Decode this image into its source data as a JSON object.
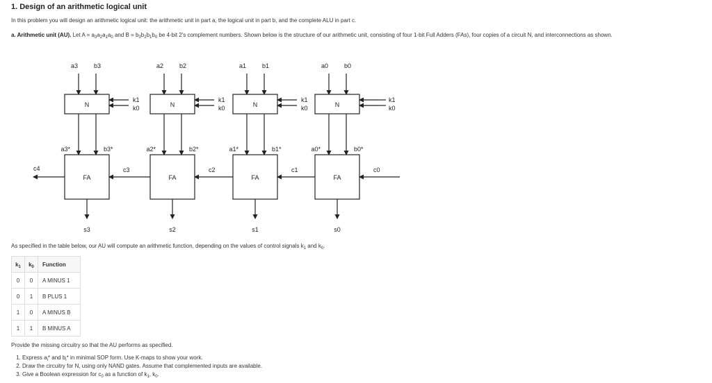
{
  "title": "1. Design of an arithmetic logical unit",
  "intro": "In this problem you will design an arithmetic logical unit: the arithmetic unit in part a, the logical unit in part b, and the complete ALU in part c.",
  "part_a": {
    "label": "a. Arithmetic unit (AU).",
    "text_1": "Let A = a",
    "text_2": " and B = b",
    "text_3": " be 4-bit 2's complement numbers. Shown below is the structure of our arithmetic unit, consisting of four 1-bit Full Adders (FAs), four copies of a circuit N, and interconnections as shown."
  },
  "circuit": {
    "n_label": "N",
    "fa_label": "FA",
    "k1": "k1",
    "k0": "k0",
    "stages": [
      {
        "a": "a3",
        "b": "b3",
        "a_star": "a3*",
        "b_star": "b3*",
        "c_in": "c3",
        "s": "s3"
      },
      {
        "a": "a2",
        "b": "b2",
        "a_star": "a2*",
        "b_star": "b2*",
        "c_in": "c2",
        "s": "s2"
      },
      {
        "a": "a1",
        "b": "b1",
        "a_star": "a1*",
        "b_star": "b1*",
        "c_in": "c1",
        "s": "s1"
      },
      {
        "a": "a0",
        "b": "b0",
        "a_star": "a0*",
        "b_star": "b0*",
        "c_in": "c0",
        "s": "s0"
      }
    ],
    "c_out": "c4"
  },
  "table_intro": "As specified in the table below, our AU will compute an arithmetic function, depending on the values of control signals k",
  "table": {
    "headers": [
      "k1",
      "k0",
      "Function"
    ],
    "rows": [
      [
        "0",
        "0",
        "A MINUS 1"
      ],
      [
        "0",
        "1",
        "B PLUS 1"
      ],
      [
        "1",
        "0",
        "A MINUS B"
      ],
      [
        "1",
        "1",
        "B MINUS A"
      ]
    ]
  },
  "provide": "Provide the missing circuitry so that the AU performs as specified.",
  "tasks": [
    "Express a",
    "Draw the circuitry for N, using only NAND gates. Assume that complemented inputs are available.",
    "Give a Boolean expression for c"
  ],
  "task1_tail": "* in minimal SOP form. Use K-maps to show your work."
}
